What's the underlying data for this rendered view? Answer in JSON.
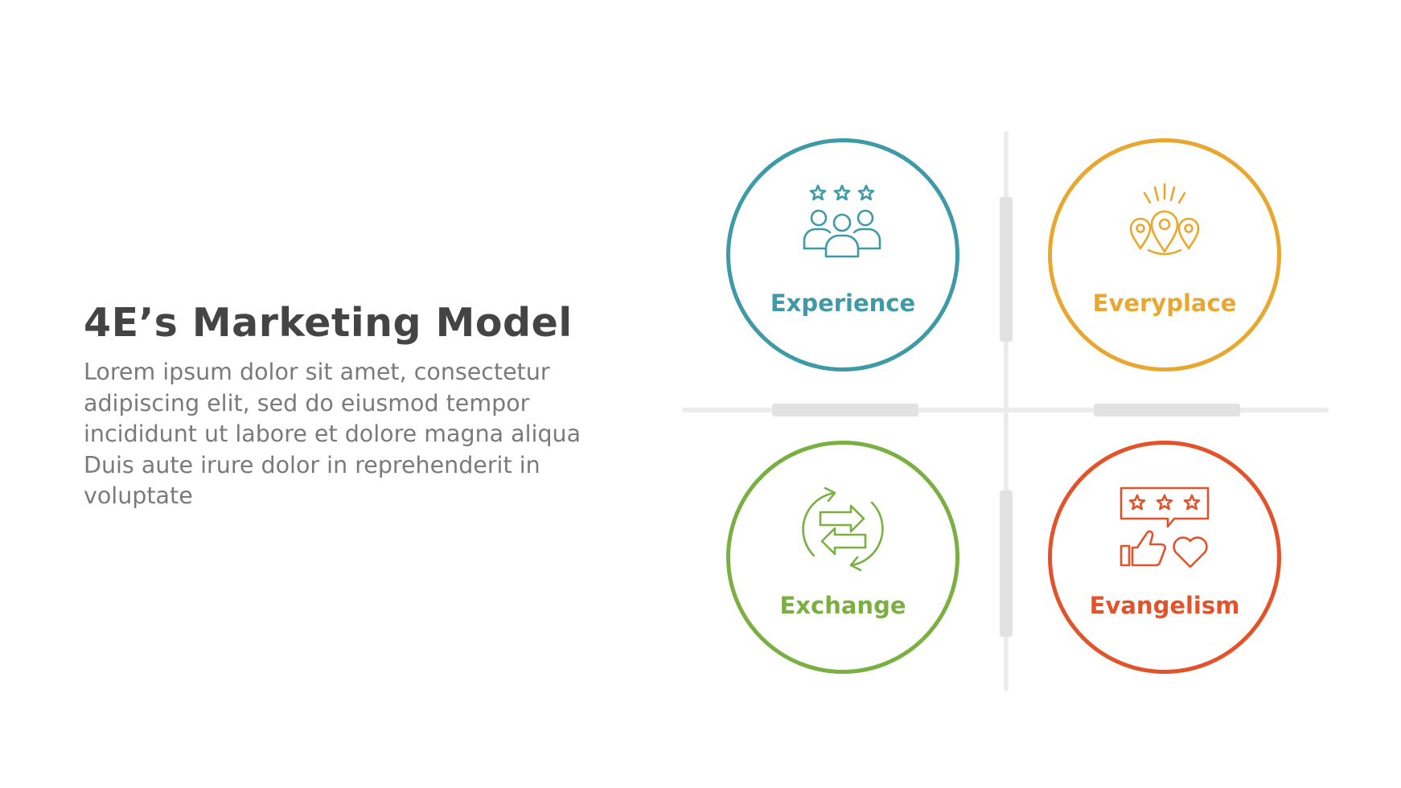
{
  "title": "4E’s Marketing Model",
  "description": "Lorem ipsum dolor sit amet, consectetur adipiscing elit, sed do eiusmod tempor incididunt ut labore et dolore magna aliqua Duis aute irure dolor in reprehenderit in voluptate",
  "quadrants": [
    {
      "label": "Experience",
      "color": "#3d9aa6",
      "icon": "team-rating-icon"
    },
    {
      "label": "Everyplace",
      "color": "#e8a82f",
      "icon": "location-pins-icon"
    },
    {
      "label": "Exchange",
      "color": "#7ab041",
      "icon": "exchange-arrows-icon"
    },
    {
      "label": "Evangelism",
      "color": "#e2532b",
      "icon": "review-like-heart-icon"
    }
  ]
}
